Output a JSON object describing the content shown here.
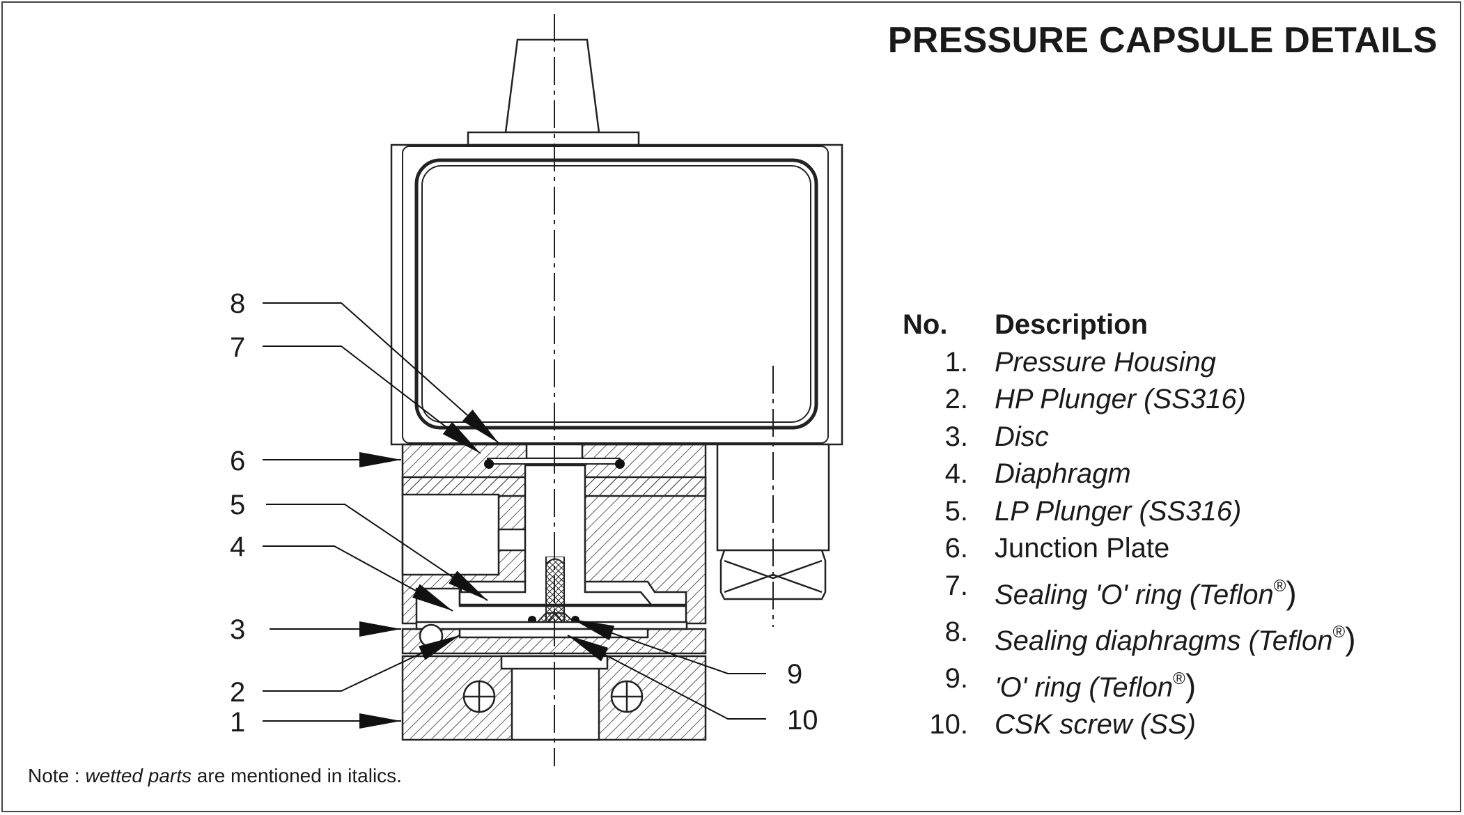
{
  "title": "PRESSURE CAPSULE DETAILS",
  "callouts": [
    "8",
    "7",
    "6",
    "5",
    "4",
    "3",
    "2",
    "1",
    "9",
    "10"
  ],
  "legend": {
    "header_no": "No.",
    "header_desc": "Description",
    "items": [
      {
        "no": "1.",
        "desc": "Pressure Housing",
        "wetted": true
      },
      {
        "no": "2.",
        "desc": "HP Plunger (SS316)",
        "wetted": true
      },
      {
        "no": "3.",
        "desc": "Disc",
        "wetted": true
      },
      {
        "no": "4.",
        "desc": "Diaphragm",
        "wetted": true
      },
      {
        "no": "5.",
        "desc": "LP Plunger (SS316)",
        "wetted": true
      },
      {
        "no": "6.",
        "desc": "Junction Plate",
        "wetted": false
      },
      {
        "no": "7.",
        "desc": "Sealing 'O' ring (Teflon",
        "desc_end": ")",
        "wetted": true
      },
      {
        "no": "8.",
        "desc": "Sealing diaphragms (Teflon",
        "desc_end": ")",
        "wetted": true
      },
      {
        "no": "9.",
        "desc": "'O' ring (Teflon",
        "desc_end": ")",
        "wetted": true
      },
      {
        "no": "10.",
        "desc": "CSK screw (SS)",
        "wetted": true
      }
    ],
    "registered_mark": "®"
  },
  "note": {
    "prefix": "Note : ",
    "italic": "wetted parts",
    "suffix": " are mentioned in italics."
  }
}
